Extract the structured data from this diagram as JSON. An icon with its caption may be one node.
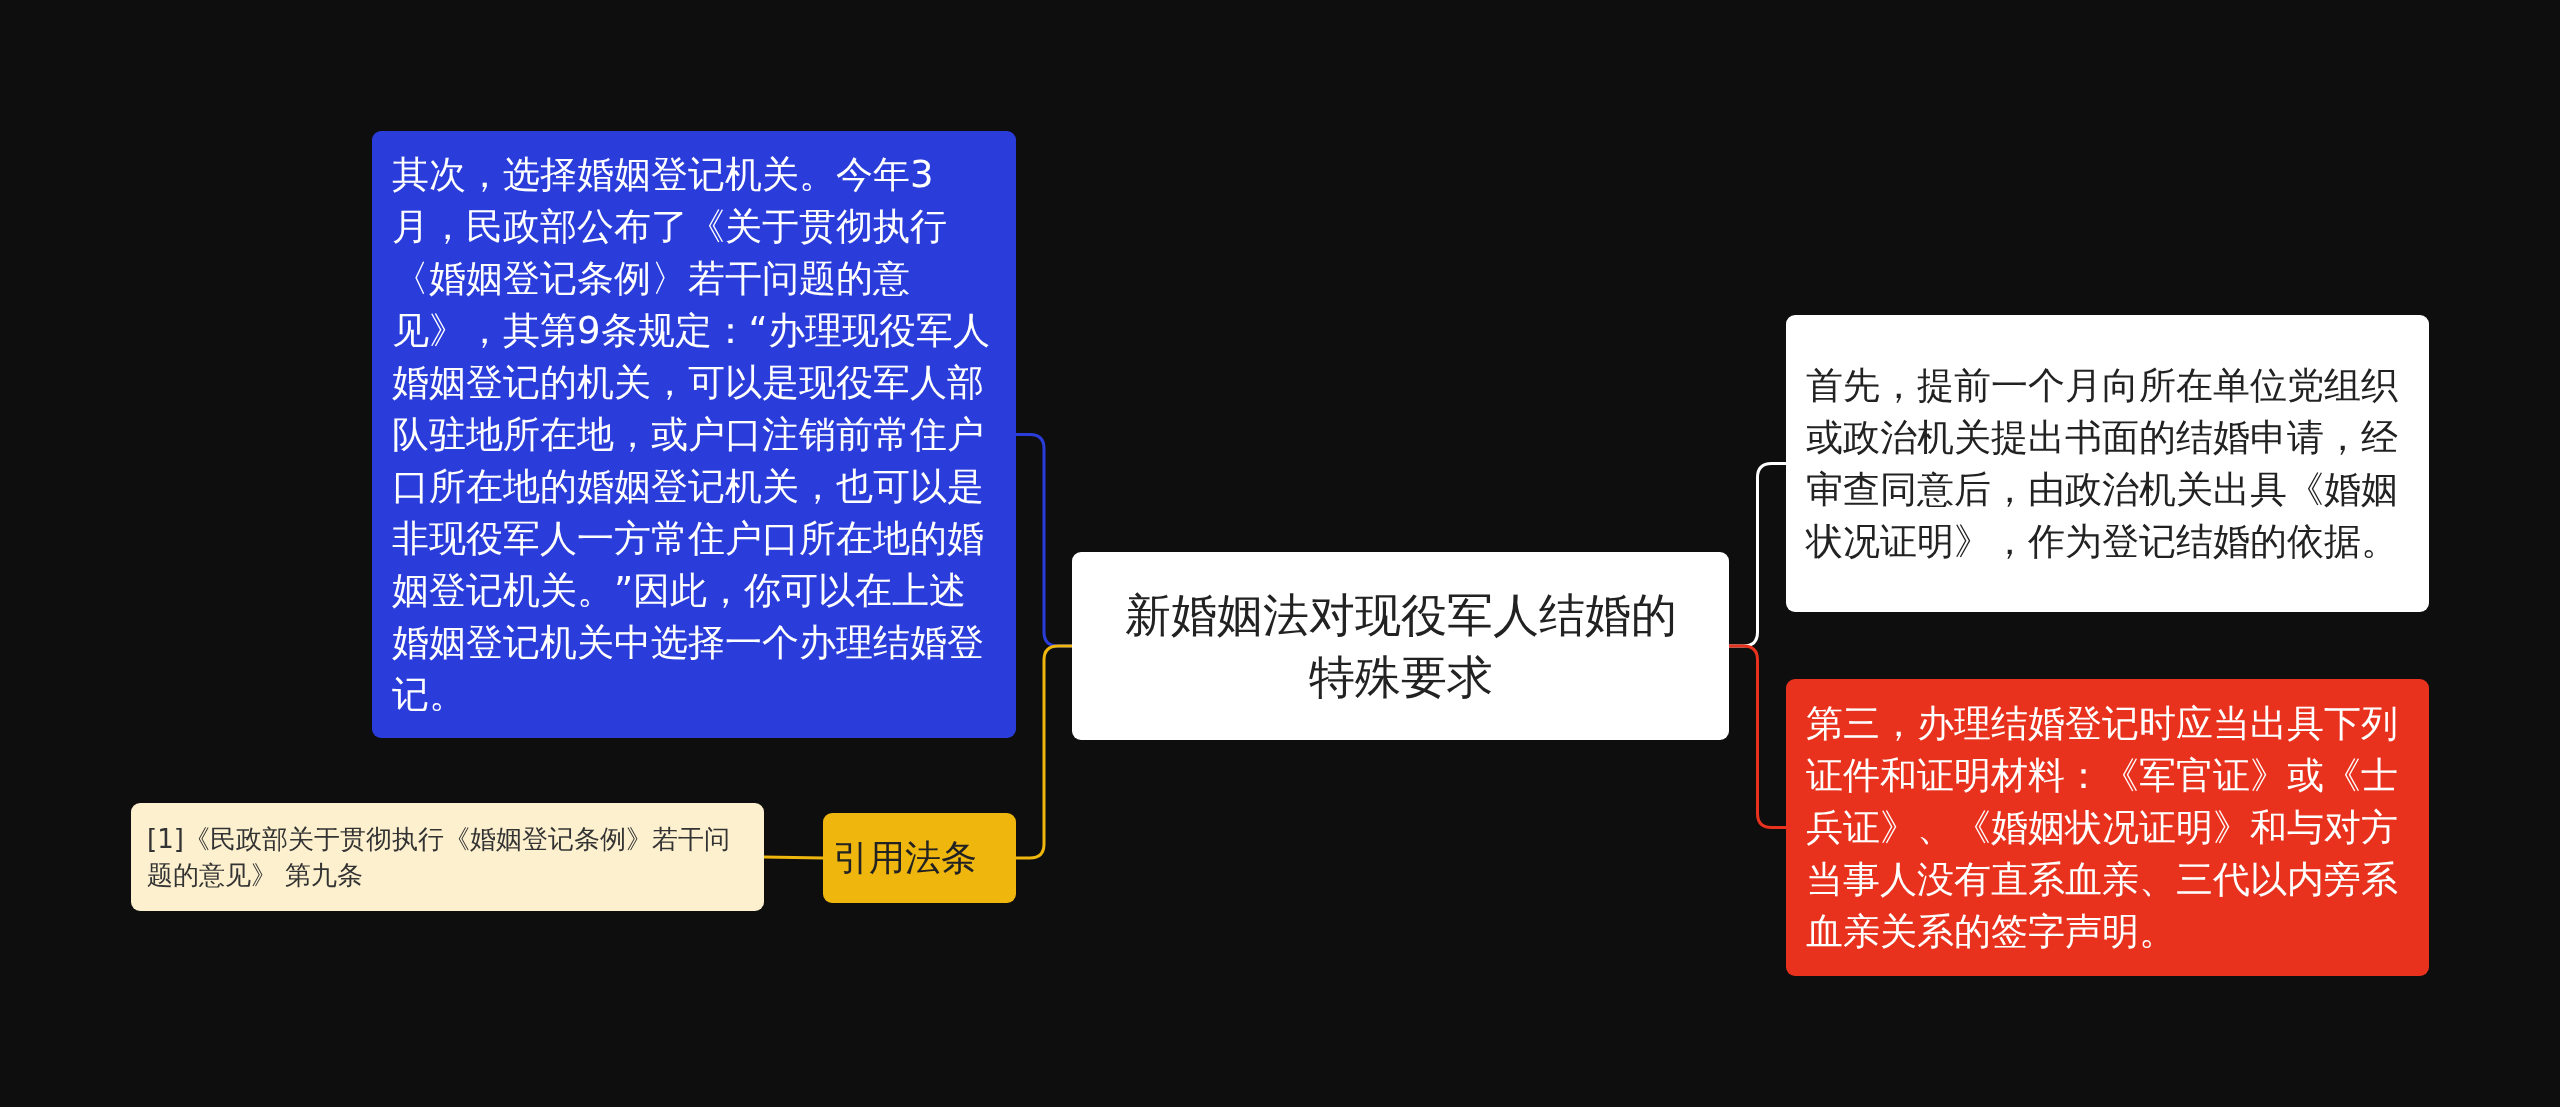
{
  "diagram": {
    "nodes": [
      {
        "text": [
          "新婚姻法对现役军人结婚的特殊要求"
        ]
      },
      {
        "text": [
          "其次，选择婚姻登记机关。今年3月，民政部公布了《关于贯彻执行〈婚姻登记条例〉若干问题的意见》，其第9条规定：“办理现役军人婚姻登记的机关，可以是现役军人部队驻地所在地，或户口注销前常住户口所在地的婚姻登记机关，也可以是非现役军人一方常住户口所在地的婚姻登记机关。”因此，你可以在上述婚姻登记机关中选择一个办理结婚登记。"
        ]
      },
      {
        "text": [
          "引用法条"
        ]
      },
      {
        "text": [
          "[1]《民政部关于贯彻执行《婚姻登记条例》若干问题的意见》 第九条"
        ]
      },
      {
        "text": [
          "首先，提前一个月向所在单位党组织或政治机关提出书面的结婚申请，经审查同意后，由政治机关出具《婚姻状况证明》，作为登记结婚的依据。"
        ]
      },
      {
        "text": [
          "第三，办理结婚登记时应当出具下列证件和证明材料：《军官证》或《士兵证》、《婚姻状况证明》和与对方当事人没有直系血亲、三代以内旁系血亲关系的签字声明。"
        ]
      }
    ],
    "edges": [
      {
        "from": 0,
        "to": 1,
        "arrow": "none",
        "color": "#2a3ddb"
      },
      {
        "from": 0,
        "to": 2,
        "arrow": "none",
        "color": "#efb60e"
      },
      {
        "from": 2,
        "to": 3,
        "arrow": "none",
        "color": "#efb60e"
      },
      {
        "from": 0,
        "to": 4,
        "arrow": "none",
        "color": "#ffffff"
      },
      {
        "from": 0,
        "to": 5,
        "arrow": "none",
        "color": "#e8321e"
      }
    ]
  }
}
